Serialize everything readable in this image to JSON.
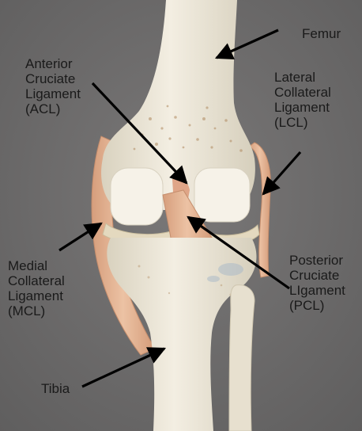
{
  "labels": {
    "femur": [
      "Femur"
    ],
    "acl": [
      "Anterior",
      "Cruciate",
      "Ligament",
      "(ACL)"
    ],
    "lcl": [
      "Lateral",
      "Collateral",
      "Ligament",
      "(LCL)"
    ],
    "mcl": [
      "Medial",
      "Collateral",
      "Ligament",
      "(MCL)"
    ],
    "pcl": [
      "Posterior",
      "Cruciate",
      "LIgament",
      "(PCL)"
    ],
    "tibia": [
      "Tibia"
    ]
  },
  "colors": {
    "background": "#6d6c6c",
    "bone": "#ece6d6",
    "ligament": "#e3b18f",
    "label_text": "#1a1a1a",
    "arrow": "#000000"
  }
}
